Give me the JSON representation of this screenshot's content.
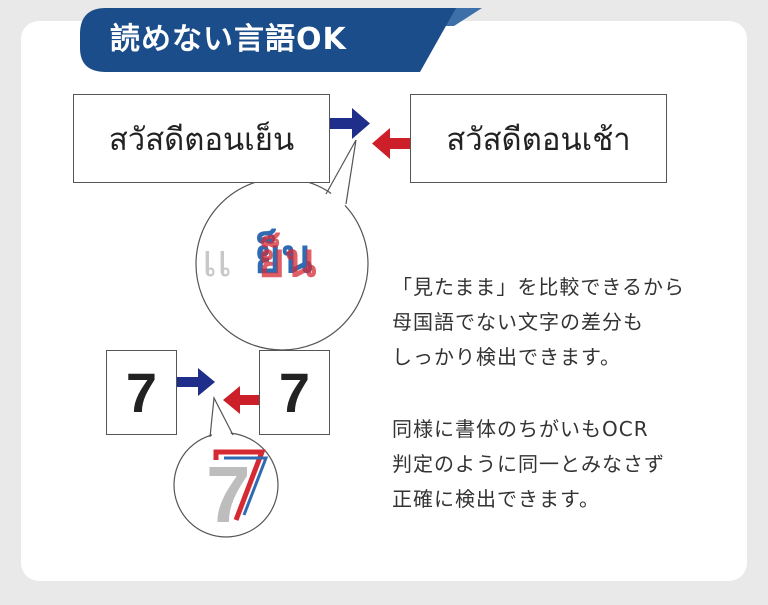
{
  "header": {
    "title": "読めない言語OK"
  },
  "thai_example": {
    "left_word": "สวัสดีตอนเย็น",
    "right_word": "สวัสดีตอนเช้า",
    "zoom_glyphs": "ย็น",
    "ghost_glyphs": "เเ"
  },
  "number_example": {
    "left_digit": "7",
    "right_digit": "7",
    "zoom_digit": "7"
  },
  "description": {
    "para1_lines": [
      "「見たまま」を比較できるから",
      "母国語でない文字の差分も",
      "しっかり検出できます。"
    ],
    "para2_lines": [
      "同様に書体のちがいもOCR",
      "判定のように同一とみなさず",
      "正確に検出できます。"
    ]
  },
  "colors": {
    "header_bg": "#1b4d8a",
    "header_accent": "#3d6fa8",
    "arrow_blue": "#1f2e8a",
    "arrow_red": "#cc1f2a",
    "diff_blue": "#2f6bb3",
    "diff_red": "#d62a33"
  }
}
